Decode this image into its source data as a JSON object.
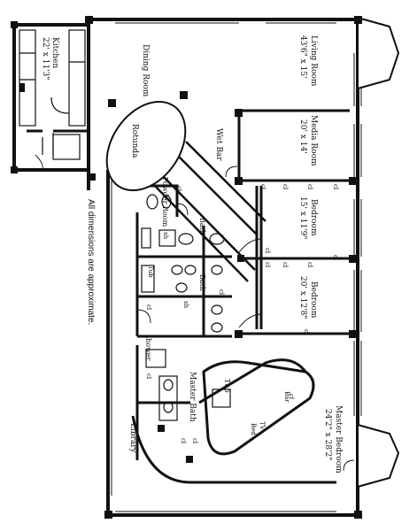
{
  "rooms": {
    "kitchen": {
      "name": "Kitchen",
      "dims": "22' x 11'3\""
    },
    "dining": {
      "name": "Dining Room"
    },
    "living": {
      "name": "Living Room",
      "dims": "43'6\" x 15'"
    },
    "rotunda": {
      "name": "Rotunda"
    },
    "wet_bar": {
      "name": "Wet Bar"
    },
    "media": {
      "name": "Media Room",
      "dims": "20' x 14'"
    },
    "powder": {
      "name": "Powder Room"
    },
    "bedroom1": {
      "name": "Bedroom",
      "dims": "15' x 11'9\""
    },
    "bath1": {
      "name": "Bath"
    },
    "bath2": {
      "name": "Bath"
    },
    "bedroom2": {
      "name": "Bedroom",
      "dims": "20' x 12'8\""
    },
    "shower": {
      "name": "shower"
    },
    "master_bath": {
      "name": "Master Bath"
    },
    "tub": {
      "name": "Tub"
    },
    "master_bedroom": {
      "name": "Master Bedroom",
      "dims": "24'2\" x 28'2\""
    },
    "library": {
      "name": "Library"
    }
  },
  "fixtures": {
    "closet": "cl",
    "shower_short": "sh",
    "tub": "Tub",
    "bar": "Bar",
    "tv": "TV",
    "bed": "Bed"
  },
  "note": "All dimensions are approximate."
}
